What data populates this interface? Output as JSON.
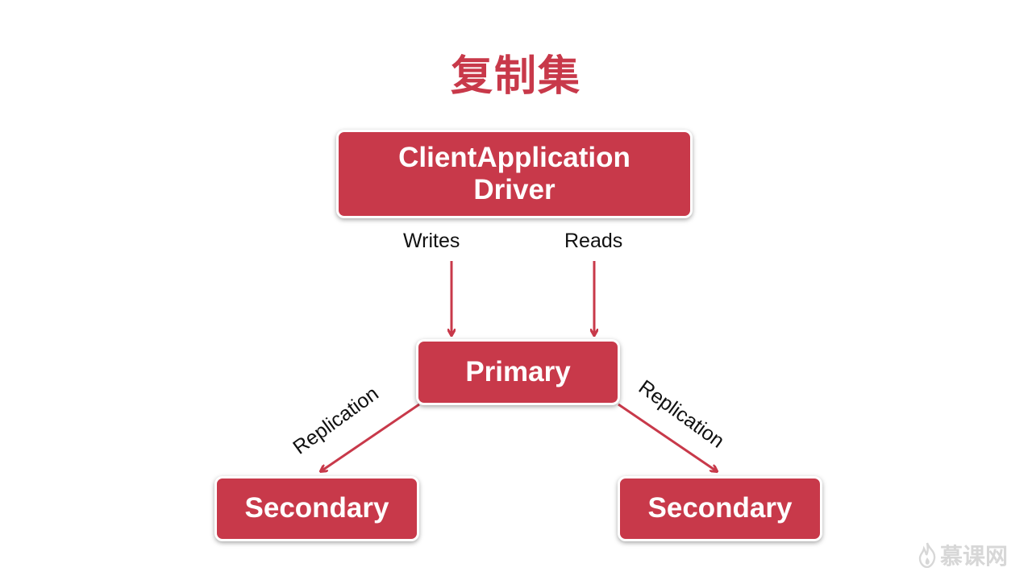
{
  "title": "复制集",
  "nodes": {
    "client_line1": "ClientApplication",
    "client_line2": "Driver",
    "primary": "Primary",
    "secondary_left": "Secondary",
    "secondary_right": "Secondary"
  },
  "edges": {
    "writes": "Writes",
    "reads": "Reads",
    "replication_left": "Replication",
    "replication_right": "Replication"
  },
  "watermark": "慕课网",
  "colors": {
    "accent": "#c8394a",
    "arrow": "#c8394a",
    "text": "#111111",
    "watermark": "#d7d7d7"
  }
}
